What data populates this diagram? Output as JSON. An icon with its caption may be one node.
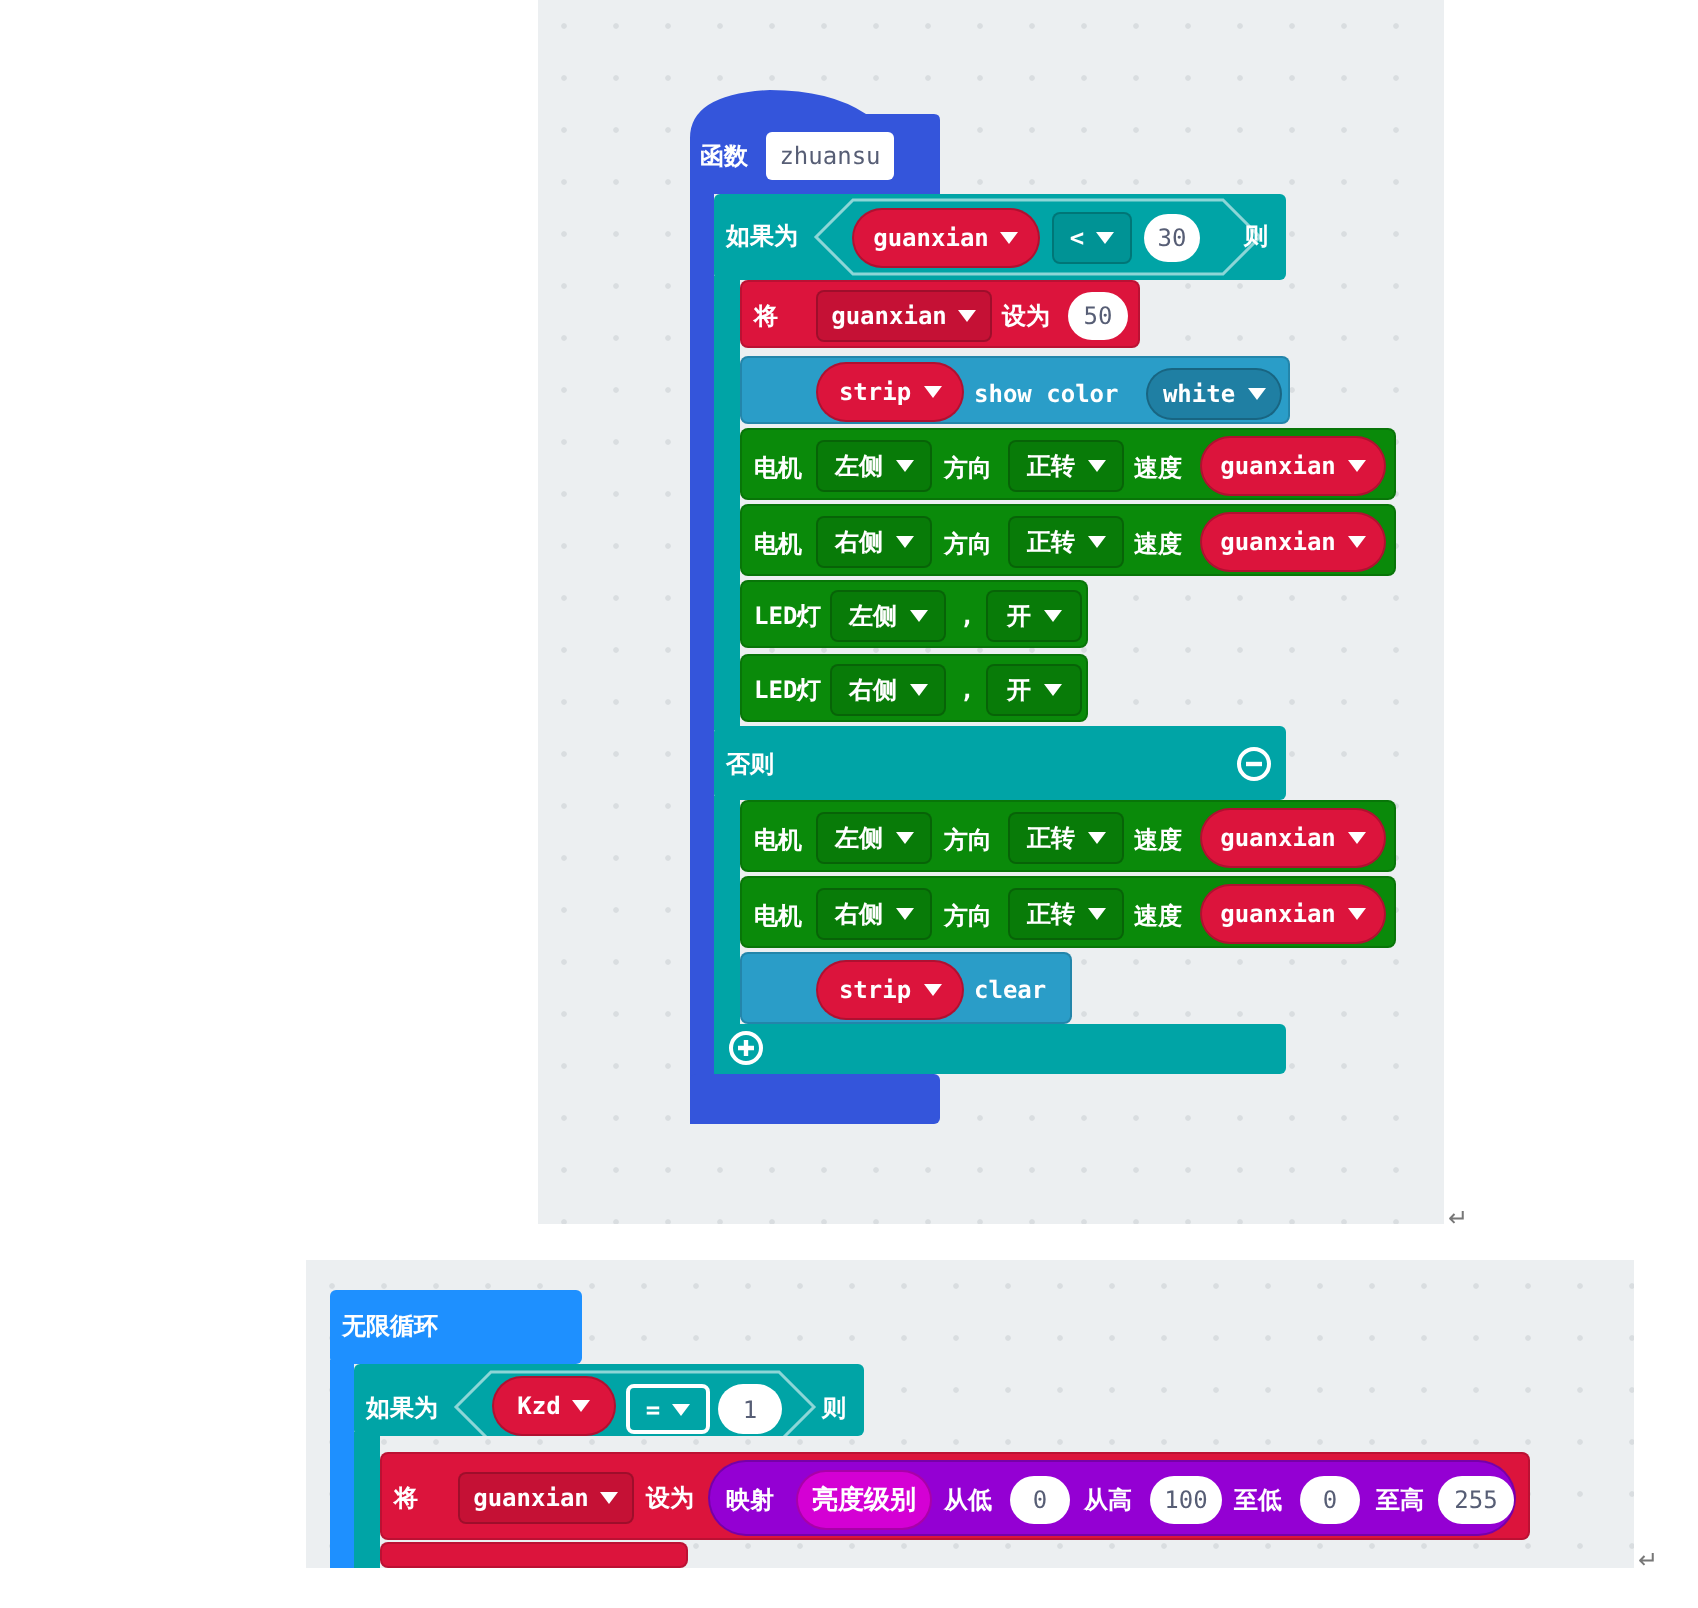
{
  "diagram": {
    "nodes": [
      {
        "text": [
          "函数"
        ]
      },
      {
        "text": [
          "zhuansu"
        ],
        "in": 0
      },
      {
        "text": [
          "如果为",
          "则"
        ]
      },
      {
        "text": [
          "guanxian"
        ],
        "in": 2
      },
      {
        "text": [
          "<"
        ],
        "in": 2
      },
      {
        "text": [
          "30"
        ],
        "in": 2
      },
      {
        "text": [
          "将",
          "设为"
        ]
      },
      {
        "text": [
          "guanxian"
        ],
        "in": 6
      },
      {
        "text": [
          "50"
        ],
        "in": 6
      },
      {
        "text": [
          "show color"
        ]
      },
      {
        "text": [
          "strip"
        ],
        "in": 9
      },
      {
        "text": [
          "white"
        ],
        "in": 9
      },
      {
        "text": [
          "电机",
          "方向",
          "速度"
        ]
      },
      {
        "text": [
          "左侧"
        ],
        "in": 12
      },
      {
        "text": [
          "正转"
        ],
        "in": 12
      },
      {
        "text": [
          "guanxian"
        ],
        "in": 12
      },
      {
        "text": [
          "电机",
          "方向",
          "速度"
        ]
      },
      {
        "text": [
          "右侧"
        ],
        "in": 16
      },
      {
        "text": [
          "正转"
        ],
        "in": 16
      },
      {
        "text": [
          "guanxian"
        ],
        "in": 16
      },
      {
        "text": [
          "LED灯",
          ","
        ]
      },
      {
        "text": [
          "左侧"
        ],
        "in": 20
      },
      {
        "text": [
          "开"
        ],
        "in": 20
      },
      {
        "text": [
          "LED灯",
          ","
        ]
      },
      {
        "text": [
          "右侧"
        ],
        "in": 23
      },
      {
        "text": [
          "开"
        ],
        "in": 23
      },
      {
        "text": [
          "否则"
        ]
      },
      {
        "text": [
          "电机",
          "方向",
          "速度"
        ]
      },
      {
        "text": [
          "左侧"
        ],
        "in": 27
      },
      {
        "text": [
          "正转"
        ],
        "in": 27
      },
      {
        "text": [
          "guanxian"
        ],
        "in": 27
      },
      {
        "text": [
          "电机",
          "方向",
          "速度"
        ]
      },
      {
        "text": [
          "右侧"
        ],
        "in": 31
      },
      {
        "text": [
          "正转"
        ],
        "in": 31
      },
      {
        "text": [
          "guanxian"
        ],
        "in": 31
      },
      {
        "text": [
          "clear"
        ]
      },
      {
        "text": [
          "strip"
        ],
        "in": 35
      },
      {
        "text": [
          "无限循环"
        ]
      },
      {
        "text": [
          "如果为",
          "则"
        ]
      },
      {
        "text": [
          "Kzd"
        ],
        "in": 38
      },
      {
        "text": [
          "="
        ],
        "in": 38
      },
      {
        "text": [
          "1"
        ],
        "in": 38
      },
      {
        "text": [
          "将",
          "设为"
        ]
      },
      {
        "text": [
          "guanxian"
        ],
        "in": 42
      },
      {
        "text": [
          "映射",
          "从低",
          "从高",
          "至低",
          "至高"
        ],
        "in": 42
      },
      {
        "text": [
          "亮度级别"
        ],
        "in": 44
      },
      {
        "text": [
          "0"
        ],
        "in": 44
      },
      {
        "text": [
          "100"
        ],
        "in": 44
      },
      {
        "text": [
          "0"
        ],
        "in": 44
      },
      {
        "text": [
          "255"
        ],
        "in": 44
      },
      {
        "text": [],
        "shape": "box"
      }
    ],
    "labels": [
      "↵",
      "↵"
    ]
  }
}
